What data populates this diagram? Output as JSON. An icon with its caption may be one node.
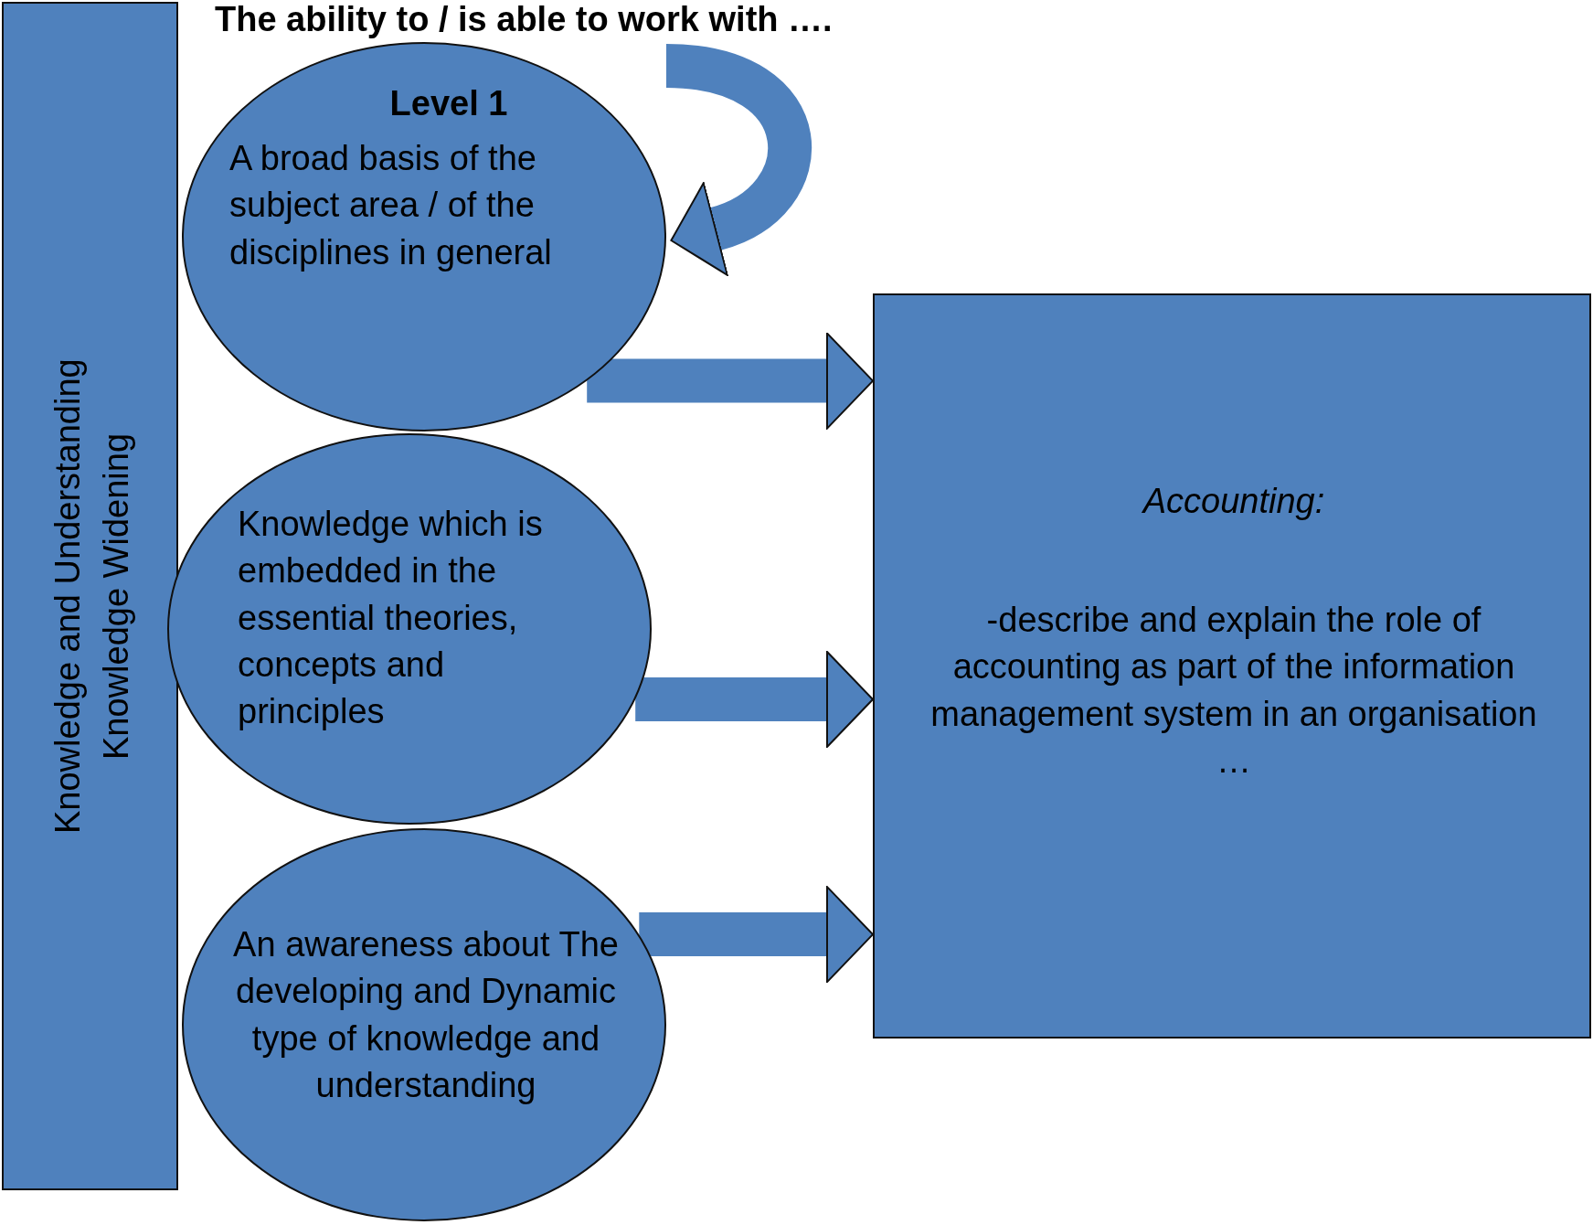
{
  "diagram": {
    "title": "The ability to / is able to work with ….",
    "nodes": [
      {
        "text": [
          "Knowledge and Understanding",
          "Knowledge Widening"
        ]
      },
      {
        "text": [
          "Level 1",
          "A broad basis of the subject area / of the disciplines in general"
        ]
      },
      {
        "text": [
          "Knowledge which is embedded in the essential theories, concepts and principles"
        ]
      },
      {
        "text": [
          "An awareness about The developing and Dynamic type of knowledge and understanding"
        ]
      },
      {
        "text": [
          "Accounting:",
          "-describe and explain the role of accounting as part of the information management system in an organisation …"
        ]
      }
    ],
    "edges": [
      {
        "from": null,
        "to": 1,
        "arrow": "to"
      },
      {
        "from": 1,
        "to": 4,
        "arrow": "to"
      },
      {
        "from": 2,
        "to": 4,
        "arrow": "to"
      },
      {
        "from": 3,
        "to": 4,
        "arrow": "to"
      }
    ]
  }
}
